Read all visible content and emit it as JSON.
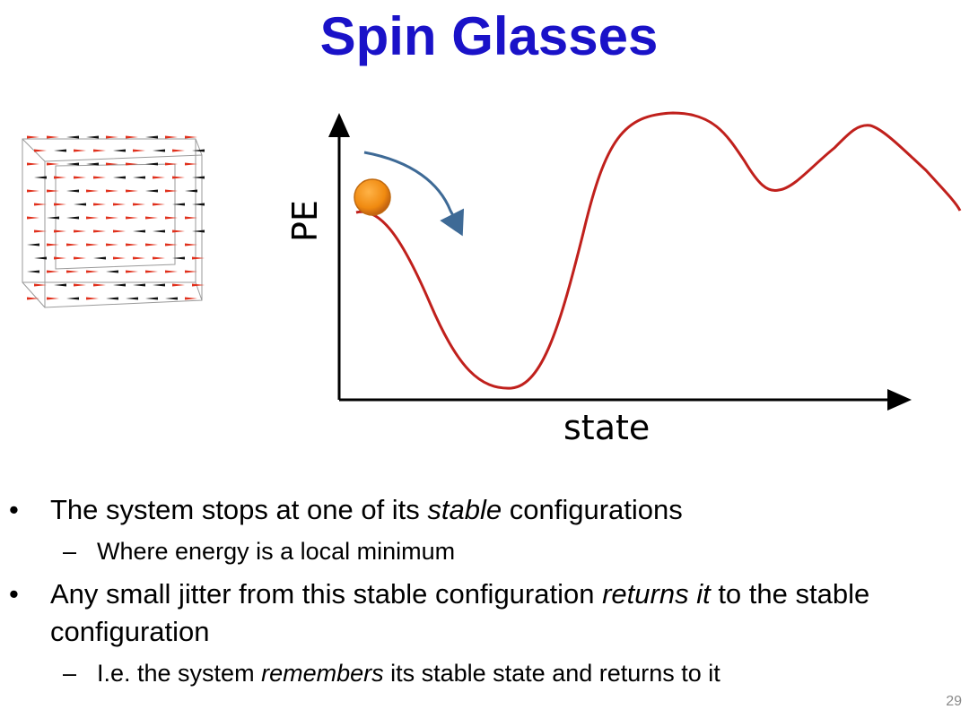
{
  "slide": {
    "title": "Spin Glasses",
    "page_number": "29"
  },
  "diagram": {
    "y_axis_label": "PE",
    "x_axis_label": "state",
    "colors": {
      "curve": "#c0201c",
      "axes": "#000000",
      "ball": "#f08a10",
      "arrow": "#3e6a96",
      "spin_red": "#e0301c",
      "spin_black": "#111111"
    }
  },
  "bullets": [
    {
      "parts": [
        "The system stops at one of its ",
        "stable",
        " configurations"
      ],
      "sub": [
        "Where energy is a local minimum"
      ]
    },
    {
      "parts": [
        "Any small jitter from this stable configuration ",
        "returns it",
        " to the stable configuration"
      ],
      "sub": [
        [
          "I.e. the system ",
          "remembers",
          " its stable state and returns to it"
        ]
      ]
    }
  ],
  "symbols": {
    "bullet": "•",
    "dash": "–"
  }
}
